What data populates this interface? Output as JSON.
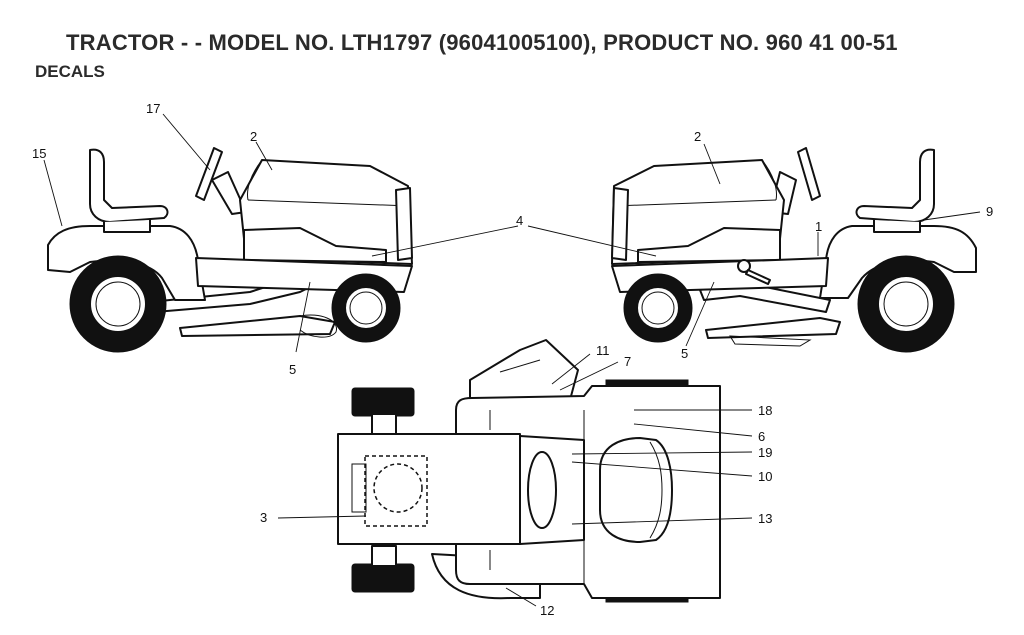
{
  "header": {
    "title": "TRACTOR - - MODEL NO. LTH1797 (96041005100), PRODUCT NO. 960 41 00-51",
    "subtitle": "DECALS"
  },
  "callouts": {
    "c1": "1",
    "c2": "2",
    "c3": "3",
    "c4": "4",
    "c5": "5",
    "c6": "6",
    "c7": "7",
    "c9": "9",
    "c10": "10",
    "c11": "11",
    "c12": "12",
    "c13": "13",
    "c15": "15",
    "c17": "17",
    "c18": "18",
    "c19": "19"
  }
}
